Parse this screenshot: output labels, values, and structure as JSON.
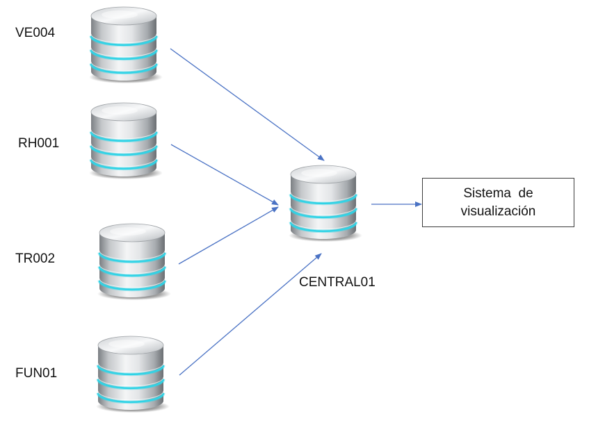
{
  "sources": [
    {
      "id": "ve004",
      "label": "VE004"
    },
    {
      "id": "rh001",
      "label": "RH001"
    },
    {
      "id": "tr002",
      "label": "TR002"
    },
    {
      "id": "fun01",
      "label": "FUN01"
    }
  ],
  "central": {
    "label": "CENTRAL01"
  },
  "output": {
    "line1": "Sistema  de",
    "line2": "visualización"
  },
  "colors": {
    "arrow": "#4a72c4",
    "band": "#2fd3e6",
    "text": "#111111",
    "box_border": "#3a3a3a"
  },
  "icons": {
    "database": "database-icon",
    "arrow": "arrow-icon"
  }
}
